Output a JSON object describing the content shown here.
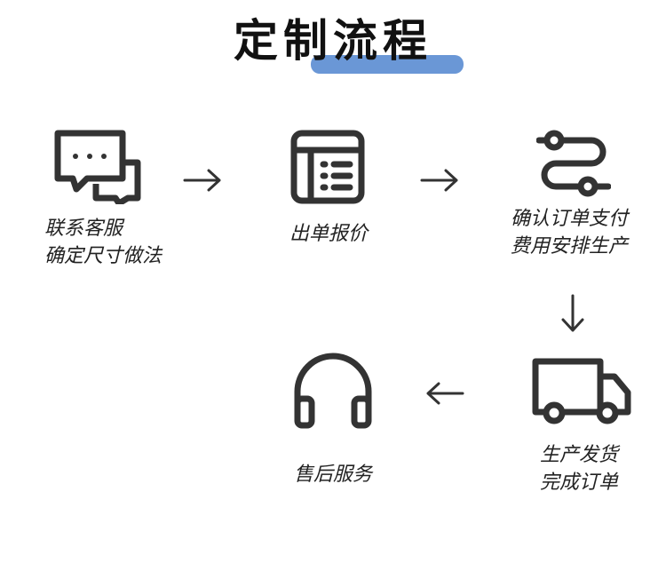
{
  "title": "定制流程",
  "accent_color": "#6a97d6",
  "icon_color": "#333333",
  "steps": [
    {
      "icon": "chat-bubbles-icon",
      "lines": [
        "联系客服",
        "确定尺寸做法"
      ]
    },
    {
      "icon": "list-document-icon",
      "lines": [
        "出单报价"
      ]
    },
    {
      "icon": "route-path-icon",
      "lines": [
        "确认订单支付",
        "费用安排生产"
      ]
    },
    {
      "icon": "delivery-truck-icon",
      "lines": [
        "生产发货",
        "完成订单"
      ]
    },
    {
      "icon": "headphones-icon",
      "lines": [
        "售后服务"
      ]
    }
  ],
  "arrows": [
    "arrow-right-icon",
    "arrow-right-icon",
    "arrow-down-icon",
    "arrow-left-icon"
  ]
}
